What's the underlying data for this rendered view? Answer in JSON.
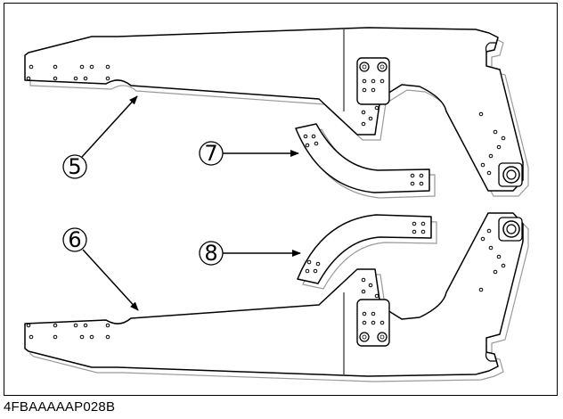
{
  "figure": {
    "code": "4FBAAAAAP028B",
    "callouts": [
      {
        "id": "5",
        "glyph": "⑤",
        "part": "upper-side-frame"
      },
      {
        "id": "6",
        "glyph": "⑥",
        "part": "lower-side-frame"
      },
      {
        "id": "7",
        "glyph": "⑦",
        "part": "upper-curved-bracket"
      },
      {
        "id": "8",
        "glyph": "⑧",
        "part": "lower-curved-bracket"
      }
    ],
    "colors": {
      "line": "#000000",
      "shadow": "#9a9a9a",
      "background": "#ffffff"
    }
  }
}
